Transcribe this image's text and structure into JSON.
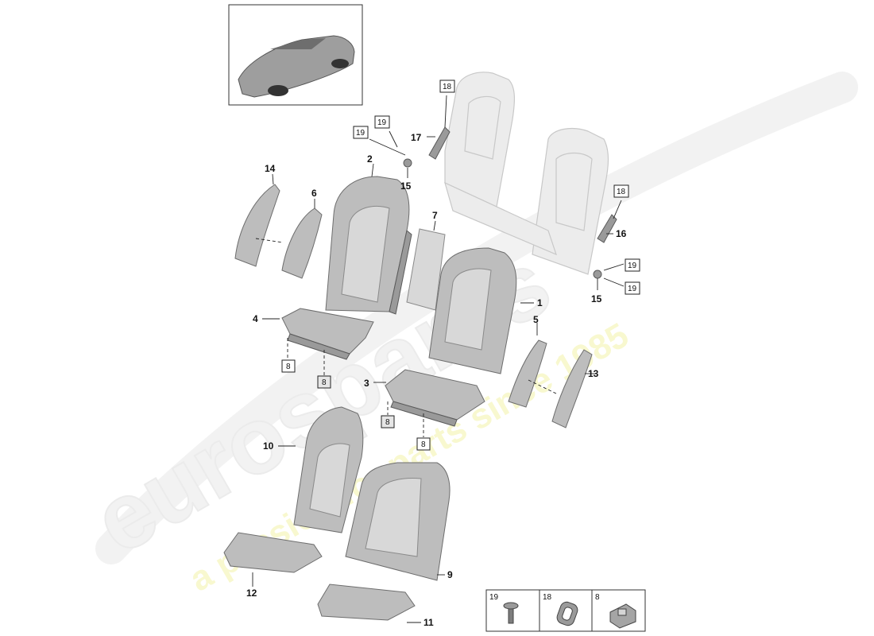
{
  "watermark": {
    "brand": "eurospares",
    "tagline": "a passion for parts since 1985"
  },
  "callouts": {
    "c1": "1",
    "c2": "2",
    "c3": "3",
    "c4": "4",
    "c5": "5",
    "c6": "6",
    "c7": "7",
    "c9": "9",
    "c10": "10",
    "c11": "11",
    "c12": "12",
    "c13": "13",
    "c14": "14",
    "c15a": "15",
    "c15b": "15",
    "c16": "16",
    "c17": "17"
  },
  "boxed_refs": {
    "b18a": "18",
    "b18b": "18",
    "b19a": "19",
    "b19b": "19",
    "b19c": "19",
    "b19d": "19",
    "b8a": "8",
    "b8b": "8",
    "b8c": "8",
    "b8d": "8"
  },
  "legend": {
    "items": [
      {
        "number": "19",
        "icon": "screw-icon"
      },
      {
        "number": "18",
        "icon": "grommet-icon"
      },
      {
        "number": "8",
        "icon": "clip-icon"
      }
    ]
  }
}
